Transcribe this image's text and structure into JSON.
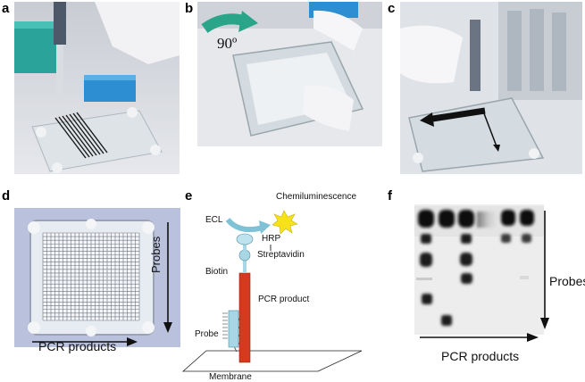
{
  "panels": {
    "a": {
      "letter": "a"
    },
    "b": {
      "letter": "b",
      "rotation_label": "90º"
    },
    "c": {
      "letter": "c"
    },
    "d": {
      "letter": "d",
      "probes_label": "Probes",
      "pcr_label": "PCR products"
    },
    "e": {
      "letter": "e",
      "labels": {
        "chemiluminescence": "Chemiluminescence",
        "ecl": "ECL",
        "hrp": "HRP",
        "streptavidin": "Streptavidin",
        "biotin": "Biotin",
        "pcr_product": "PCR product",
        "probe": "Probe",
        "membrane": "Membrane"
      },
      "colors": {
        "pcr_bar": "#d63a1e",
        "probe": "#a9d6e4",
        "hrp": "#bfe3ee",
        "ecl_arrow": "#7fc2d6",
        "burst": "#f6e11a"
      }
    },
    "f": {
      "letter": "f",
      "probes_label": "Probes",
      "pcr_label": "PCR products"
    }
  }
}
